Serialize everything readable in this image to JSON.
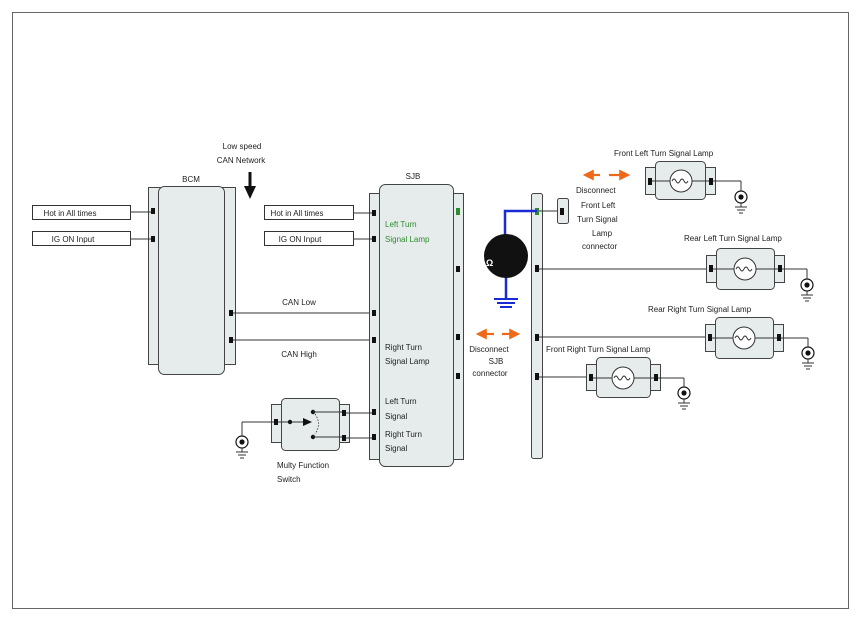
{
  "labels": {
    "can_network_line1": "Low speed",
    "can_network_line2": "CAN Network",
    "bcm_title": "BCM",
    "sjb_title": "SJB",
    "bcm_hot": "Hot in All times",
    "bcm_ig": "IG ON Input",
    "sjb_hot": "Hot in All times",
    "sjb_ig": "IG ON Input",
    "can_low": "CAN Low",
    "can_high": "CAN High",
    "sjb_left_turn_lamp_1": "Left Turn",
    "sjb_left_turn_lamp_2": "Signal Lamp",
    "sjb_right_turn_lamp_1": "Right Turn",
    "sjb_right_turn_lamp_2": "Signal Lamp",
    "sjb_left_turn_sig_1": "Left Turn",
    "sjb_left_turn_sig_2": "Signal",
    "sjb_right_turn_sig_1": "Right Turn",
    "sjb_right_turn_sig_2": "Signal",
    "mfs_1": "Multy Function",
    "mfs_2": "Switch",
    "disconnect_sjb_1": "Disconnect",
    "disconnect_sjb_2": "SJB",
    "disconnect_sjb_3": "connector",
    "disconnect_fl_1": "Disconnect",
    "disconnect_fl_2": "Front Left",
    "disconnect_fl_3": "Turn Signal",
    "disconnect_fl_4": "Lamp",
    "disconnect_fl_5": "connector",
    "front_left_lamp": "Front Left Turn Signal Lamp",
    "rear_left_lamp": "Rear Left Turn Signal Lamp",
    "rear_right_lamp": "Rear Right Turn Signal Lamp",
    "front_right_lamp": "Front Right Turn Signal Lamp",
    "meter_letter": "Ω"
  },
  "colors": {
    "active_green": "#2e8b2e",
    "probe_blue": "#1a2bd6",
    "arrow_orange": "#ee6a1a",
    "module_fill": "#e6ecec"
  },
  "icons": [
    "ground-icon",
    "lamp-bulb-icon",
    "ohmmeter-icon",
    "down-arrow-icon",
    "double-arrow-icon"
  ]
}
